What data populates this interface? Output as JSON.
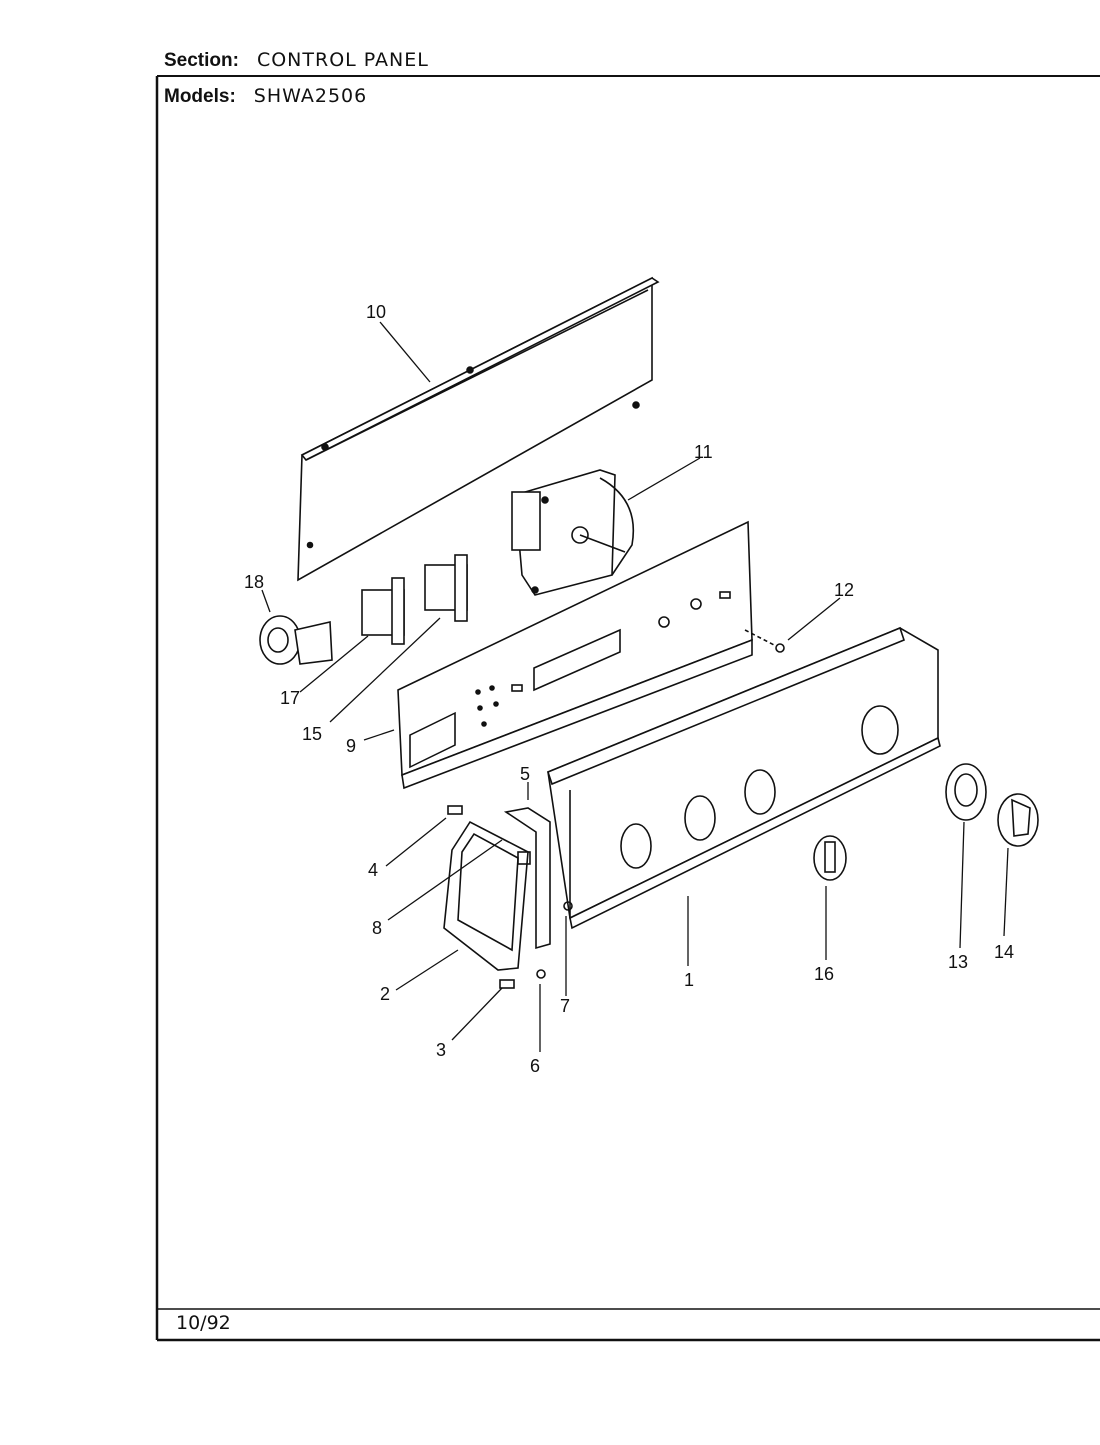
{
  "header": {
    "section_label": "Section:",
    "section_value": "CONTROL PANEL",
    "models_label": "Models:",
    "models_value": "SHWA2506"
  },
  "footer": {
    "date": "10/92"
  },
  "callouts": [
    "1",
    "2",
    "3",
    "4",
    "5",
    "6",
    "7",
    "8",
    "9",
    "10",
    "11",
    "12",
    "13",
    "14",
    "15",
    "16",
    "17",
    "18"
  ],
  "colors": {
    "ink": "#111111",
    "paper": "#ffffff"
  }
}
